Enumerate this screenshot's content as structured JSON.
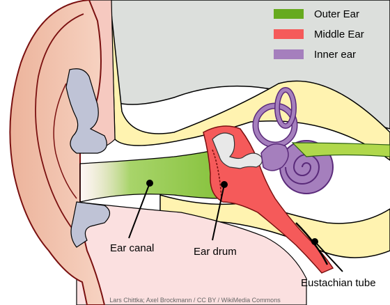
{
  "legend": [
    {
      "label": "Outer Ear",
      "color": "#66aa1e"
    },
    {
      "label": "Middle Ear",
      "color": "#f55a5a"
    },
    {
      "label": "Inner ear",
      "color": "#a57fbd"
    }
  ],
  "labels": {
    "ear_canal": "Ear canal",
    "ear_drum": "Ear drum",
    "eustachian_tube": "Eustachian tube"
  },
  "credit": "Lars Chittka; Axel Brockmann / CC BY / WikiMedia Commons",
  "colors": {
    "skin": "#f4c7b5",
    "skin_dark": "#e7a58a",
    "tissue": "#fbe0e0",
    "bone": "#fff3b0",
    "cartilage": "#bfc3d6",
    "background_gray": "#dcdfdc",
    "outline": "#7a1010",
    "nerve": "#b0d84b"
  }
}
